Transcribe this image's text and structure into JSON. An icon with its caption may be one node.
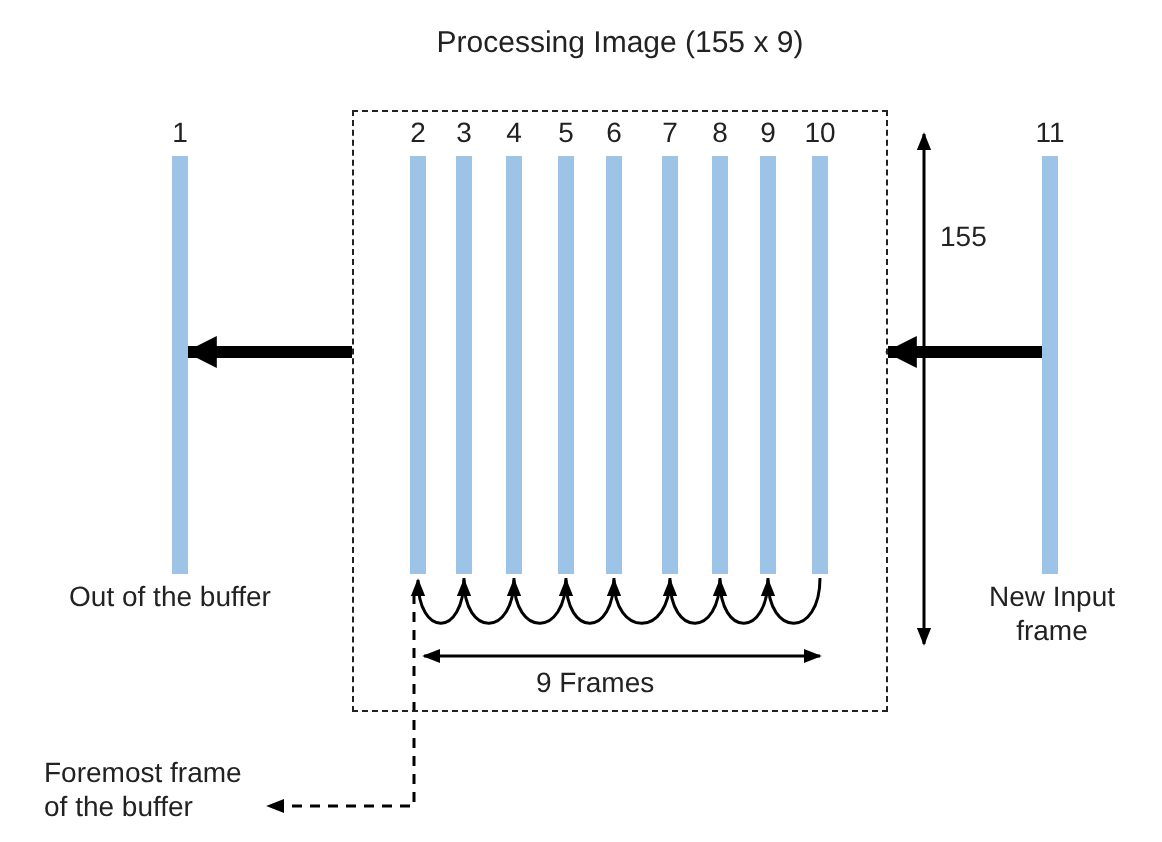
{
  "diagram": {
    "nodes": [
      {
        "text": [
          "Processing Image (155 x 9)"
        ]
      },
      {
        "text": [],
        "shape": "bar",
        "beside": [
          "1",
          "Out of the buffer"
        ]
      },
      {
        "text": [],
        "shape": "bar",
        "in": 0,
        "beside": [
          "2"
        ]
      },
      {
        "text": [],
        "shape": "bar",
        "in": 0,
        "beside": [
          "3"
        ]
      },
      {
        "text": [],
        "shape": "bar",
        "in": 0,
        "beside": [
          "4"
        ]
      },
      {
        "text": [],
        "shape": "bar",
        "in": 0,
        "beside": [
          "5"
        ]
      },
      {
        "text": [],
        "shape": "bar",
        "in": 0,
        "beside": [
          "6"
        ]
      },
      {
        "text": [],
        "shape": "bar",
        "in": 0,
        "beside": [
          "7"
        ]
      },
      {
        "text": [],
        "shape": "bar",
        "in": 0,
        "beside": [
          "8"
        ]
      },
      {
        "text": [],
        "shape": "bar",
        "in": 0,
        "beside": [
          "9"
        ]
      },
      {
        "text": [],
        "shape": "bar",
        "in": 0,
        "beside": [
          "10"
        ]
      },
      {
        "text": [],
        "shape": "bar",
        "beside": [
          "11",
          "New Input frame"
        ]
      },
      {
        "text": [
          "Foremost frame of the buffer"
        ]
      }
    ],
    "edges": [
      {
        "from": 0,
        "to": 1,
        "arrow": "to",
        "style": "thick"
      },
      {
        "from": 11,
        "to": 0,
        "arrow": "to",
        "style": "thick"
      },
      {
        "from": 3,
        "to": 2,
        "arrow": "to"
      },
      {
        "from": 4,
        "to": 3,
        "arrow": "to"
      },
      {
        "from": 5,
        "to": 4,
        "arrow": "to"
      },
      {
        "from": 6,
        "to": 5,
        "arrow": "to"
      },
      {
        "from": 7,
        "to": 6,
        "arrow": "to"
      },
      {
        "from": 8,
        "to": 7,
        "arrow": "to"
      },
      {
        "from": 9,
        "to": 8,
        "arrow": "to"
      },
      {
        "from": 10,
        "to": 9,
        "arrow": "to"
      },
      {
        "from": 2,
        "to": 12,
        "arrow": "to",
        "style": "dashed"
      }
    ],
    "labels": [
      "155",
      "9 Frames"
    ]
  }
}
